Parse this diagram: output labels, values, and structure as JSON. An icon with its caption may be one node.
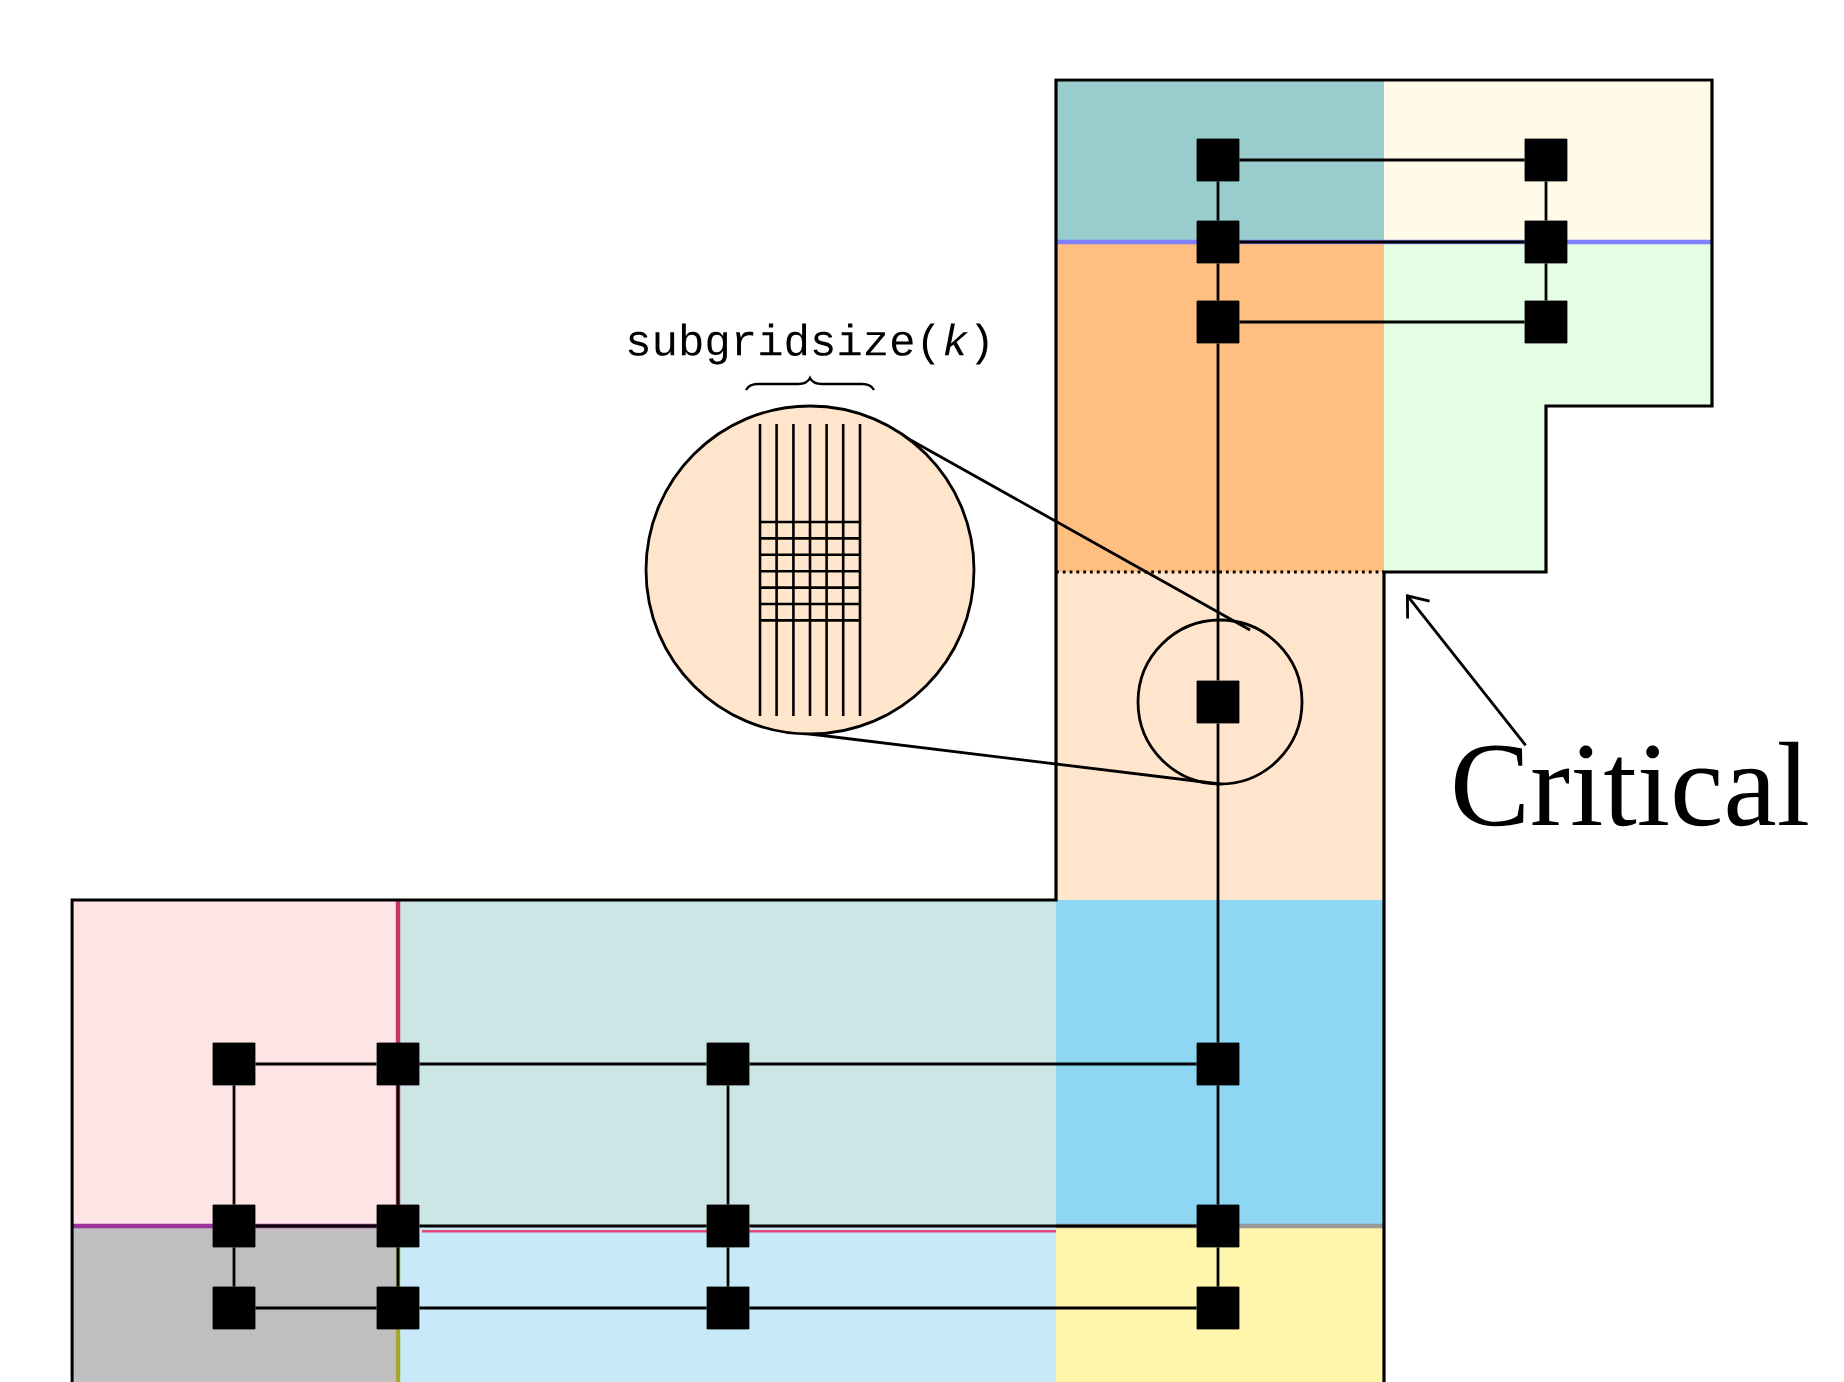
{
  "diagram": {
    "nodes": [
      {
        "text": [],
        "shape": "box"
      },
      {
        "text": [],
        "shape": "box"
      },
      {
        "text": [],
        "shape": "box"
      },
      {
        "text": [],
        "shape": "box"
      },
      {
        "text": [],
        "shape": "box"
      },
      {
        "text": [],
        "shape": "box"
      },
      {
        "text": [],
        "shape": "box"
      },
      {
        "text": [],
        "shape": "box"
      },
      {
        "text": [],
        "shape": "box"
      },
      {
        "text": [],
        "shape": "box"
      },
      {
        "text": [],
        "shape": "box"
      },
      {
        "text": [],
        "shape": "box"
      },
      {
        "text": [],
        "shape": "box"
      },
      {
        "text": [],
        "shape": "box"
      },
      {
        "text": [],
        "shape": "box"
      },
      {
        "text": [],
        "shape": "box"
      },
      {
        "text": [],
        "shape": "box"
      },
      {
        "text": [],
        "shape": "box"
      },
      {
        "text": [],
        "shape": "box"
      },
      {
        "text": [
          "Critical"
        ]
      }
    ],
    "edges": [
      {
        "from": 0,
        "to": 1,
        "arrow": "none"
      },
      {
        "from": 0,
        "to": 2,
        "arrow": "none"
      },
      {
        "from": 1,
        "to": 3,
        "arrow": "none"
      },
      {
        "from": 2,
        "to": 3,
        "arrow": "none"
      },
      {
        "from": 2,
        "to": 4,
        "arrow": "none"
      },
      {
        "from": 3,
        "to": 5,
        "arrow": "none"
      },
      {
        "from": 4,
        "to": 5,
        "arrow": "none"
      },
      {
        "from": 4,
        "to": 6,
        "arrow": "none"
      },
      {
        "from": 6,
        "to": 10,
        "arrow": "none"
      },
      {
        "from": 7,
        "to": 8,
        "arrow": "none"
      },
      {
        "from": 8,
        "to": 9,
        "arrow": "none"
      },
      {
        "from": 9,
        "to": 10,
        "arrow": "none"
      },
      {
        "from": 7,
        "to": 11,
        "arrow": "none"
      },
      {
        "from": 8,
        "to": 12,
        "arrow": "none"
      },
      {
        "from": 9,
        "to": 13,
        "arrow": "none"
      },
      {
        "from": 10,
        "to": 14,
        "arrow": "none"
      },
      {
        "from": 11,
        "to": 12,
        "arrow": "none"
      },
      {
        "from": 12,
        "to": 13,
        "arrow": "none"
      },
      {
        "from": 13,
        "to": 14,
        "arrow": "none"
      },
      {
        "from": 11,
        "to": 15,
        "arrow": "none"
      },
      {
        "from": 12,
        "to": 16,
        "arrow": "none"
      },
      {
        "from": 13,
        "to": 17,
        "arrow": "none"
      },
      {
        "from": 14,
        "to": 18,
        "arrow": "none"
      },
      {
        "from": 15,
        "to": 16,
        "arrow": "none"
      },
      {
        "from": 16,
        "to": 17,
        "arrow": "none"
      },
      {
        "from": 17,
        "to": 18,
        "arrow": "none"
      },
      {
        "from": 19,
        "to": null,
        "arrow": "to"
      }
    ],
    "labels": [
      "subgridsize(*k*)"
    ]
  }
}
